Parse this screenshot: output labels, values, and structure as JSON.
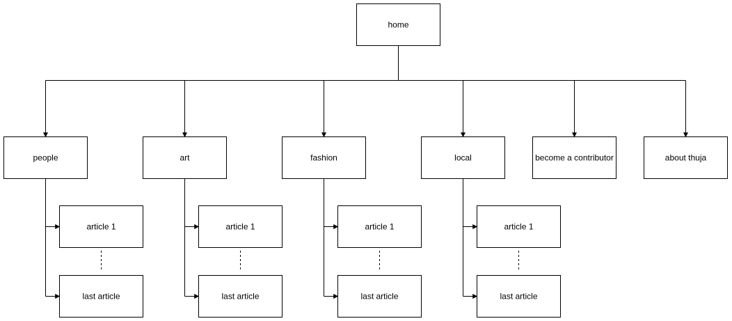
{
  "diagram": {
    "colors": {
      "stroke": "#000000",
      "fill": "#ffffff",
      "text": "#000000"
    },
    "root": {
      "id": "home",
      "label": "home"
    },
    "sections": [
      {
        "id": "people",
        "label": "people",
        "articles": [
          {
            "label": "article 1"
          },
          {
            "label": "last article"
          }
        ]
      },
      {
        "id": "art",
        "label": "art",
        "articles": [
          {
            "label": "article 1"
          },
          {
            "label": "last article"
          }
        ]
      },
      {
        "id": "fashion",
        "label": "fashion",
        "articles": [
          {
            "label": "article 1"
          },
          {
            "label": "last article"
          }
        ]
      },
      {
        "id": "local",
        "label": "local",
        "articles": [
          {
            "label": "article 1"
          },
          {
            "label": "last article"
          }
        ]
      },
      {
        "id": "become-a-contributor",
        "label": "become a contributor",
        "articles": []
      },
      {
        "id": "about-thuja",
        "label": "about thuja",
        "articles": []
      }
    ]
  }
}
